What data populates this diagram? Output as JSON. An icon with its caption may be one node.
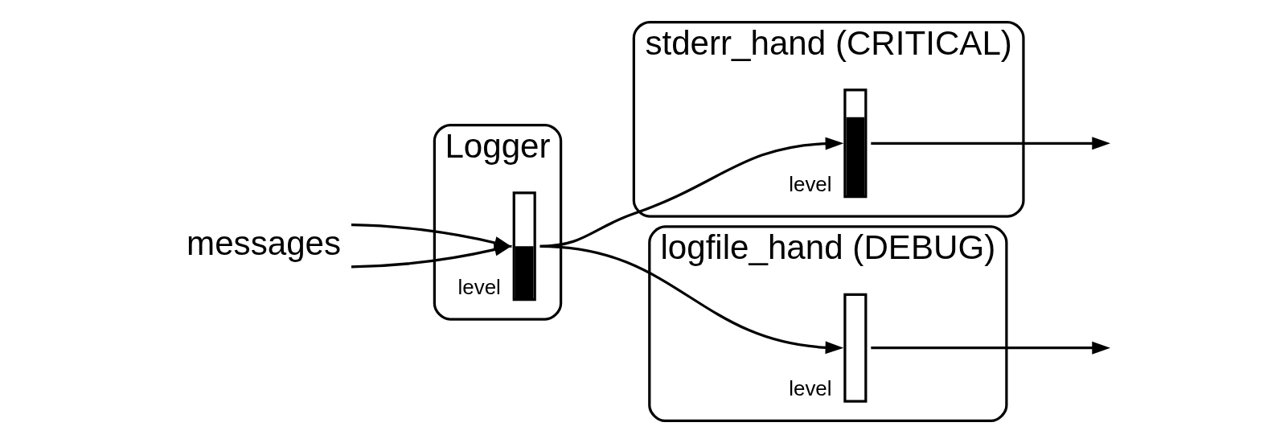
{
  "diagram": {
    "nodes": [
      {
        "text": [
          "Logger"
        ]
      },
      {
        "text": [
          "level"
        ],
        "in": 0
      },
      {
        "text": [
          "stderr_hand (CRITICAL)"
        ]
      },
      {
        "text": [
          "level"
        ],
        "in": 2
      },
      {
        "text": [
          "logfile_hand (DEBUG)"
        ]
      },
      {
        "text": [
          "level"
        ],
        "in": 4
      },
      {
        "text": [
          "messages"
        ]
      }
    ],
    "edges": [
      {
        "from": 6,
        "to": 1,
        "arrow": "to"
      },
      {
        "from": 6,
        "to": 1,
        "arrow": "to"
      },
      {
        "from": 1,
        "to": 3,
        "arrow": "to"
      },
      {
        "from": 1,
        "to": 5,
        "arrow": "to"
      },
      {
        "from": 3,
        "to": null,
        "arrow": "to"
      },
      {
        "from": 5,
        "to": null,
        "arrow": "to"
      }
    ]
  }
}
